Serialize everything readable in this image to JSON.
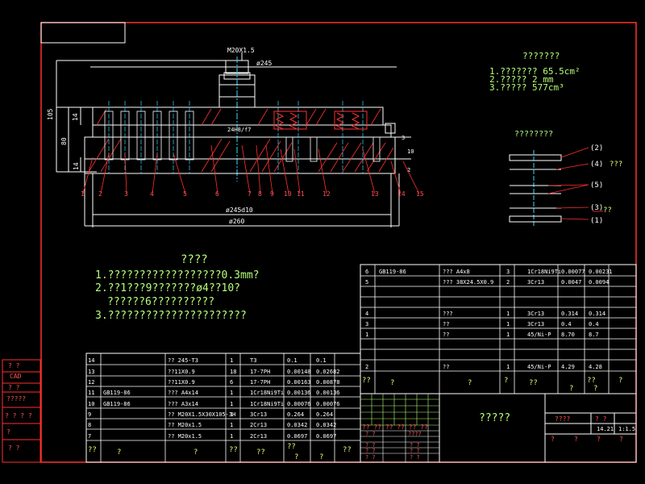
{
  "drawing": {
    "dim_m20": "M20X1.5",
    "dim_phi245_top": "ø245",
    "dim_h105": "105",
    "dim_h14_top": "14",
    "dim_h80": "80",
    "dim_h14_bot": "14",
    "dim_24h8": "24H8/f7",
    "dim_3": "3",
    "dim_10": "10",
    "dim_2": "2",
    "dim_phi245d10": "ø245d10",
    "dim_phi260": "ø260",
    "balloons": [
      "1",
      "2",
      "3",
      "4",
      "5",
      "6",
      "7",
      "8",
      "9",
      "10",
      "11",
      "12",
      "13",
      "14",
      "15"
    ]
  },
  "specs": {
    "title": "???????",
    "line1": "1.???????  65.5cm²",
    "line2": "2.?????      2  mm",
    "line3": "3.?????     577cm³"
  },
  "detail": {
    "title": "????????",
    "labels": [
      "(2)",
      "(4)",
      "???",
      "(5)",
      "(3)",
      "??",
      "(1)"
    ]
  },
  "notes": {
    "title": "????",
    "line1": "1.??????????????????0.3mm?",
    "line2": "2.??1???9???????ø4??10?",
    "line3": "??????6??????????",
    "line4": "3.??????????????????????"
  },
  "left_bom": {
    "rows": [
      {
        "no": "14",
        "code": "",
        "name": "??  245-T3",
        "qty": "1",
        "mat": "T3",
        "w1": "0.1",
        "w2": "0.1"
      },
      {
        "no": "13",
        "code": "",
        "name": "??11X0.9",
        "qty": "18",
        "mat": "17-7PH",
        "w1": "0.00148",
        "w2": "0.02682"
      },
      {
        "no": "12",
        "code": "",
        "name": "??11X0.9",
        "qty": "6",
        "mat": "17-7PH",
        "w1": "0.00163",
        "w2": "0.00878"
      },
      {
        "no": "11",
        "code": "GB119-86",
        "name": "???  A4x14",
        "qty": "1",
        "mat": "1Cr18Ni9Ti",
        "w1": "0.00136",
        "w2": "0.00136"
      },
      {
        "no": "10",
        "code": "GB119-86",
        "name": "???  A3x14",
        "qty": "1",
        "mat": "1Cr18Ni9Ti",
        "w1": "0.00076",
        "w2": "0.00076"
      },
      {
        "no": "9",
        "code": "",
        "name": "?? M20X1.5X30X105-3H",
        "qty": "1",
        "mat": "3Cr13",
        "w1": "0.264",
        "w2": "0.264"
      },
      {
        "no": "8",
        "code": "",
        "name": "??  M20x1.5",
        "qty": "1",
        "mat": "2Cr13",
        "w1": "0.0342",
        "w2": "0.0342"
      },
      {
        "no": "7",
        "code": "",
        "name": "??  M20x1.5",
        "qty": "1",
        "mat": "2Cr13",
        "w1": "0.0697",
        "w2": "0.0697"
      }
    ],
    "header": {
      "a": "??",
      "b": "?",
      "c": "?",
      "d": "??",
      "e": "??",
      "f": "??",
      "g": "?",
      "h": "?",
      "i": "??"
    }
  },
  "right_bom": {
    "rows": [
      {
        "no": "6",
        "code": "GB119-86",
        "name": "???  A4x8",
        "qty": "3",
        "mat": "1Cr18Ni9Ti",
        "w1": "0.00077",
        "w2": "0.00231"
      },
      {
        "no": "5",
        "code": "",
        "name": "???  38X24.5X0.9",
        "qty": "2",
        "mat": "3Cr13",
        "w1": "0.0047",
        "w2": "0.0094"
      },
      {
        "no": "4",
        "code": "",
        "name": "???",
        "qty": "1",
        "mat": "3Cr13",
        "w1": "0.314",
        "w2": "0.314"
      },
      {
        "no": "3",
        "code": "",
        "name": "??",
        "qty": "1",
        "mat": "3Cr13",
        "w1": "0.4",
        "w2": "0.4"
      },
      {
        "no": "1",
        "code": "",
        "name": "??",
        "qty": "1",
        "mat": "45/Ni-P",
        "w1": "8.70",
        "w2": "8.7"
      },
      {
        "no": "2",
        "code": "",
        "name": "??",
        "qty": "1",
        "mat": "45/Ni-P",
        "w1": "4.29",
        "w2": "4.28"
      }
    ],
    "header": {
      "a": "??",
      "b": "?",
      "c": "?",
      "d": "?",
      "e": "??",
      "f": "?",
      "g": "??",
      "h": "?",
      "i": "?"
    }
  },
  "title_block": {
    "name": "?????",
    "r1": "????",
    "r2": "? ?",
    "scale_a": "14.21",
    "scale_b": "1:1.5",
    "r3a": "?",
    "r3b": "?",
    "r3c": "?",
    "r3d": "?",
    "sig_row": "?? ?? ?? ?? ?? ??",
    "cells": [
      "? ?",
      "????",
      "? ?",
      "? ?",
      "? ?",
      "? ?",
      "? ?",
      "? ?"
    ]
  },
  "left_strip": {
    "items": [
      "?   ?",
      "CAD",
      "? ?",
      "?????",
      "? ? ? ?",
      "?",
      "?   ?"
    ]
  }
}
